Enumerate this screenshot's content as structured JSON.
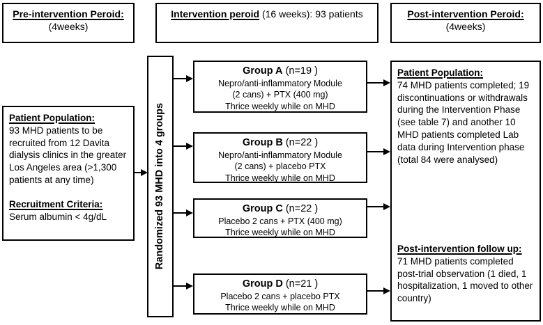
{
  "colors": {
    "border": "#000000",
    "background": "#ffffff",
    "text": "#000000"
  },
  "timeline": {
    "pre": {
      "title": "Pre-intervention Peroid:",
      "duration": "(4weeks)"
    },
    "intervention": {
      "title": "Intervention peroid",
      "detail": " (16 weeks): 93 patients"
    },
    "post": {
      "title": "Post-intervention Peroid:",
      "duration": "(4weeks)"
    }
  },
  "recruitment": {
    "population_title": "Patient Population:",
    "population_body": "93 MHD patients to be recruited from 12 Davita dialysis clinics in the greater Los Angeles area (>1,300 patients at any time)",
    "criteria_title": "Recruitment Criteria:",
    "criteria_body": "Serum albumin < 4g/dL"
  },
  "randomization": {
    "label": "Randomized 93 MHD into 4 groups"
  },
  "groups": [
    {
      "name": "Group A",
      "n": " (n=19 )",
      "lines": [
        "Nepro/anti-inflammatory Module",
        "(2 cans) + PTX (400 mg)",
        "Thrice weekly while on MHD"
      ]
    },
    {
      "name": "Group B",
      "n": " (n=22 )",
      "lines": [
        "Nepro/anti-inflammatory Module",
        "(2 cans) + placebo PTX",
        "Thrice weekly while on MHD"
      ]
    },
    {
      "name": "Group C",
      "n": " (n=22 )",
      "lines": [
        "Placebo 2 cans + PTX (400 mg)",
        "Thrice weekly while on MHD"
      ]
    },
    {
      "name": "Group D",
      "n": " (n=21 )",
      "lines": [
        "Placebo 2 cans + placebo PTX",
        "Thrice weekly while on MHD"
      ]
    }
  ],
  "outcomes": {
    "population_title": "Patient Population:",
    "population_body": "74 MHD patients completed; 19 discontinuations or withdrawals during the Intervention Phase (see table 7) and another 10 MHD patients completed Lab data during Intervention phase (total 84 were analysed)",
    "followup_title": "Post-intervention follow up:",
    "followup_body": "71 MHD patients completed post-trial observation (1 died, 1 hospitalization, 1 moved to other country)"
  }
}
